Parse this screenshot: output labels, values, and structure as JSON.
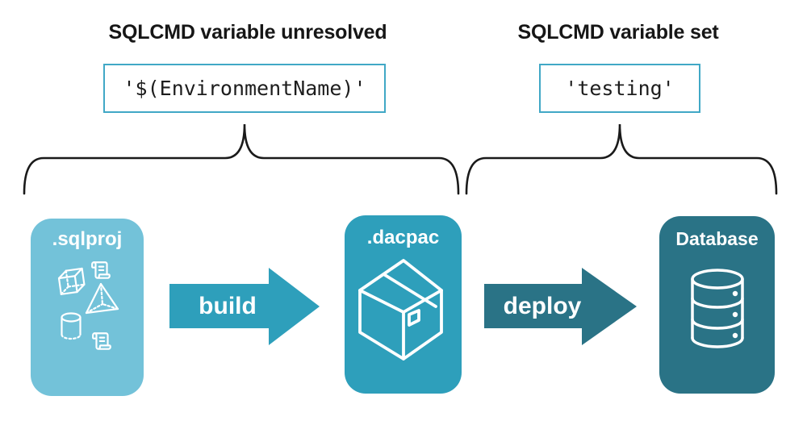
{
  "annotations": {
    "unresolved": {
      "heading": "SQLCMD variable unresolved",
      "value": "'$(EnvironmentName)'"
    },
    "resolved": {
      "heading": "SQLCMD variable set",
      "value": "'testing'"
    }
  },
  "pipeline": {
    "stages": [
      {
        "id": "sqlproj",
        "label": ".sqlproj",
        "color": "#73C2D9",
        "icon": "sql-project-objects-icon"
      },
      {
        "id": "dacpac",
        "label": ".dacpac",
        "color": "#2E9FBB",
        "icon": "package-box-icon"
      },
      {
        "id": "database",
        "label": "Database",
        "color": "#2A7386",
        "icon": "database-cylinder-icon"
      }
    ],
    "arrows": [
      {
        "label": "build",
        "color": "#2E9FBB"
      },
      {
        "label": "deploy",
        "color": "#2A7386"
      }
    ]
  },
  "colors": {
    "background": "#FFFFFF",
    "heading_text": "#161616",
    "code_text": "#1D1D1D",
    "codebox_border": "#41A8C6",
    "brace": "#1A1A1A",
    "icon_stroke": "#FFFFFF"
  }
}
